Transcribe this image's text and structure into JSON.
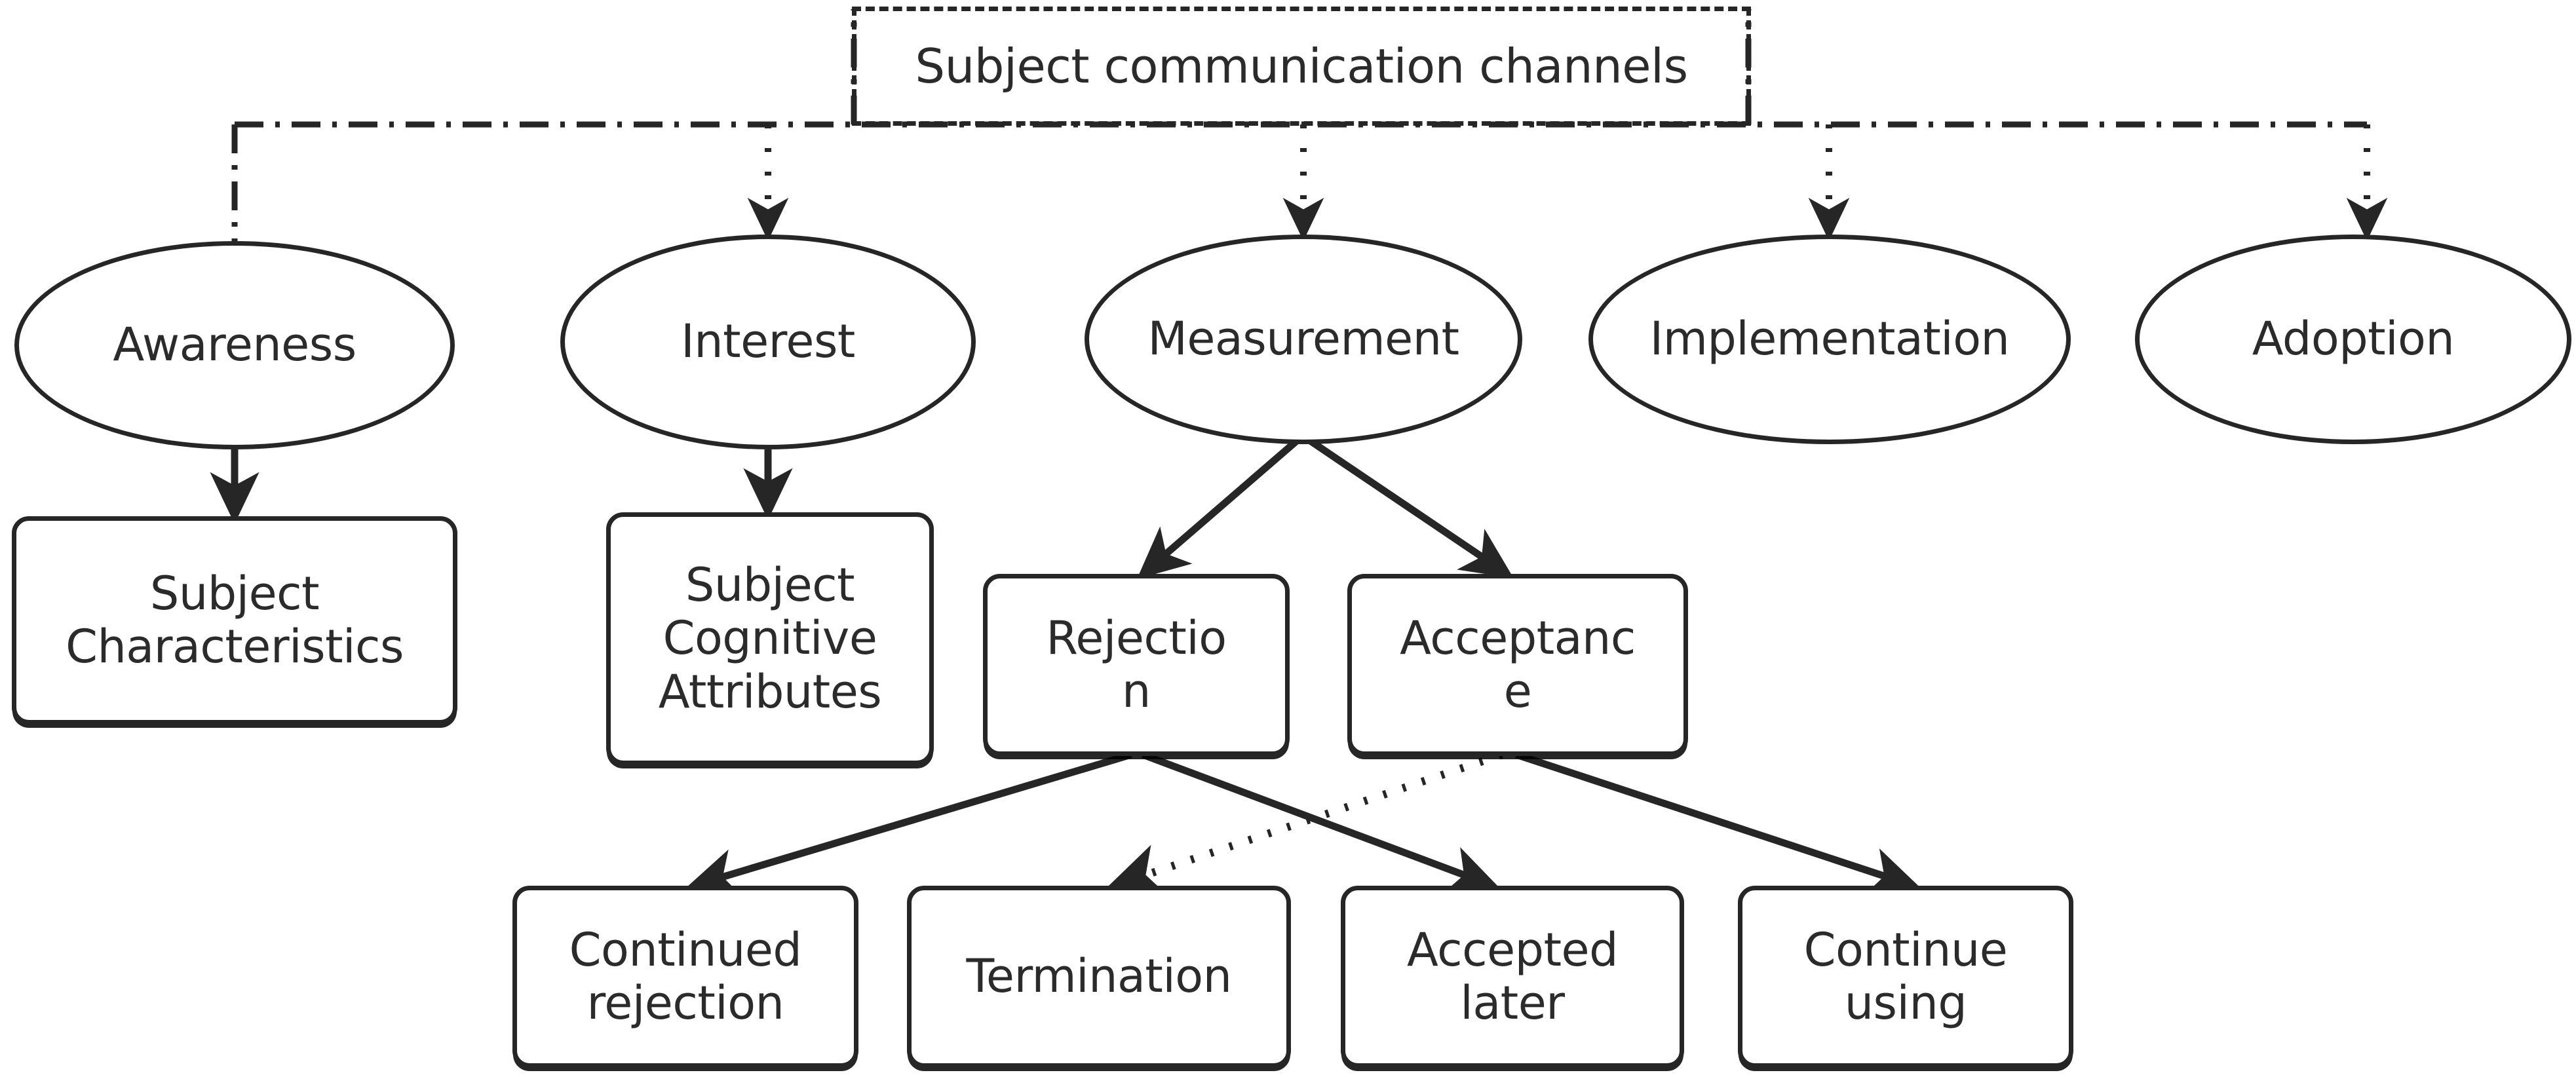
{
  "diagram": {
    "title": "Subject communication channels",
    "channel_label": "Subject communication channels",
    "stages": [
      {
        "id": "awareness",
        "label": "Awareness"
      },
      {
        "id": "interest",
        "label": "Interest"
      },
      {
        "id": "measurement",
        "label": "Measurement"
      },
      {
        "id": "implementation",
        "label": "Implementation"
      },
      {
        "id": "adoption",
        "label": "Adoption"
      }
    ],
    "attribute_boxes": [
      {
        "id": "subject-characteristics",
        "label": "Subject\nCharacteristics"
      },
      {
        "id": "subject-cognitive-attributes",
        "label": "Subject\nCognitive\nAttributes"
      }
    ],
    "decision_boxes": [
      {
        "id": "rejection",
        "label": "Rejectio\nn"
      },
      {
        "id": "acceptance",
        "label": "Acceptanc\ne"
      }
    ],
    "outcome_boxes": [
      {
        "id": "continued-rejection",
        "label": "Continued\nrejection"
      },
      {
        "id": "termination",
        "label": "Termination"
      },
      {
        "id": "accepted-later",
        "label": "Accepted\nlater"
      },
      {
        "id": "continue-using",
        "label": "Continue\nusing"
      }
    ],
    "edges": [
      {
        "from": "subject-communication-channels",
        "to": "awareness",
        "style": "dash-dot",
        "arrow": false
      },
      {
        "from": "subject-communication-channels",
        "to": "interest",
        "style": "dotted",
        "arrow": true
      },
      {
        "from": "subject-communication-channels",
        "to": "measurement",
        "style": "dotted",
        "arrow": true
      },
      {
        "from": "subject-communication-channels",
        "to": "implementation",
        "style": "dotted",
        "arrow": true
      },
      {
        "from": "subject-communication-channels",
        "to": "adoption",
        "style": "dotted",
        "arrow": true
      },
      {
        "from": "awareness",
        "to": "subject-characteristics",
        "style": "solid",
        "arrow": true
      },
      {
        "from": "interest",
        "to": "subject-cognitive-attributes",
        "style": "solid",
        "arrow": true
      },
      {
        "from": "measurement",
        "to": "rejection",
        "style": "solid",
        "arrow": true
      },
      {
        "from": "measurement",
        "to": "acceptance",
        "style": "solid",
        "arrow": true
      },
      {
        "from": "rejection",
        "to": "continued-rejection",
        "style": "solid",
        "arrow": true
      },
      {
        "from": "rejection",
        "to": "accepted-later",
        "style": "solid",
        "arrow": true
      },
      {
        "from": "acceptance",
        "to": "termination",
        "style": "dotted",
        "arrow": true
      },
      {
        "from": "acceptance",
        "to": "continue-using",
        "style": "solid",
        "arrow": true
      }
    ],
    "colors": {
      "stroke": "#262626",
      "text": "#2b2b2b",
      "background": "#ffffff"
    }
  }
}
